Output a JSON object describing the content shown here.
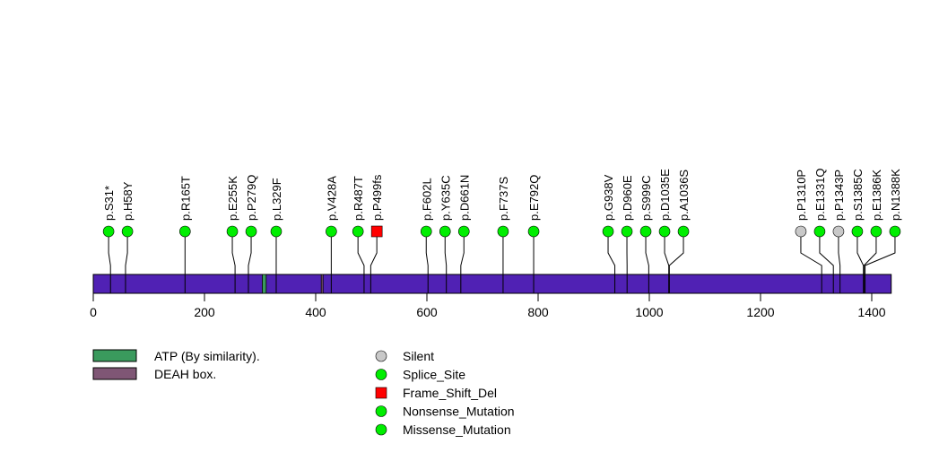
{
  "chart_data": {
    "type": "lollipop",
    "protein_length": 1435,
    "xlim": [
      0,
      1435
    ],
    "x_ticks": [
      0,
      200,
      400,
      600,
      800,
      1000,
      1200,
      1400
    ],
    "x_tick_labels": [
      "0",
      "200",
      "400",
      "600",
      "800",
      "1000",
      "1200",
      "1400"
    ],
    "bar_color": "#5021B4",
    "domains": [
      {
        "name": "ATP (By similarity).",
        "start": 304,
        "end": 311,
        "color": "#3A9A5D"
      },
      {
        "name": "DEAH box.",
        "start": 410,
        "end": 413,
        "color": "#7F5675"
      }
    ],
    "mutation_types": [
      {
        "name": "Silent",
        "color": "#C8C8C8",
        "shape": "circle"
      },
      {
        "name": "Splice_Site",
        "color": "#00EE00",
        "shape": "circle"
      },
      {
        "name": "Frame_Shift_Del",
        "color": "#FF0000",
        "shape": "square"
      },
      {
        "name": "Nonsense_Mutation",
        "color": "#00EE00",
        "shape": "circle"
      },
      {
        "name": "Missense_Mutation",
        "color": "#00EE00",
        "shape": "circle"
      }
    ],
    "mutations": [
      {
        "label": "p.S31*",
        "position": 31,
        "type": "Nonsense_Mutation"
      },
      {
        "label": "p.H58Y",
        "position": 58,
        "type": "Missense_Mutation"
      },
      {
        "label": "p.R165T",
        "position": 165,
        "type": "Missense_Mutation"
      },
      {
        "label": "p.E255K",
        "position": 255,
        "type": "Missense_Mutation"
      },
      {
        "label": "p.P279Q",
        "position": 279,
        "type": "Missense_Mutation"
      },
      {
        "label": "p.L329F",
        "position": 329,
        "type": "Missense_Mutation"
      },
      {
        "label": "p.V428A",
        "position": 428,
        "type": "Missense_Mutation"
      },
      {
        "label": "p.R487T",
        "position": 487,
        "type": "Missense_Mutation"
      },
      {
        "label": "p.P499fs",
        "position": 499,
        "type": "Frame_Shift_Del"
      },
      {
        "label": "p.F602L",
        "position": 602,
        "type": "Missense_Mutation"
      },
      {
        "label": "p.Y635C",
        "position": 635,
        "type": "Missense_Mutation"
      },
      {
        "label": "p.D661N",
        "position": 661,
        "type": "Missense_Mutation"
      },
      {
        "label": "p.F737S",
        "position": 737,
        "type": "Missense_Mutation"
      },
      {
        "label": "p.E792Q",
        "position": 792,
        "type": "Missense_Mutation"
      },
      {
        "label": "p.G938V",
        "position": 938,
        "type": "Missense_Mutation"
      },
      {
        "label": "p.D960E",
        "position": 960,
        "type": "Missense_Mutation"
      },
      {
        "label": "p.S999C",
        "position": 999,
        "type": "Missense_Mutation"
      },
      {
        "label": "p.D1035E",
        "position": 1035,
        "type": "Missense_Mutation"
      },
      {
        "label": "p.A1036S",
        "position": 1036,
        "type": "Missense_Mutation"
      },
      {
        "label": "p.P1310P",
        "position": 1310,
        "type": "Silent"
      },
      {
        "label": "p.E1331Q",
        "position": 1331,
        "type": "Missense_Mutation"
      },
      {
        "label": "p.P1343P",
        "position": 1343,
        "type": "Silent"
      },
      {
        "label": "p.S1385C",
        "position": 1385,
        "type": "Missense_Mutation"
      },
      {
        "label": "p.E1386K",
        "position": 1386,
        "type": "Missense_Mutation"
      },
      {
        "label": "p.N1388K",
        "position": 1388,
        "type": "Missense_Mutation"
      }
    ],
    "legend": {
      "domains_placement": "bottom-left",
      "mutations_placement": "bottom-center"
    }
  }
}
